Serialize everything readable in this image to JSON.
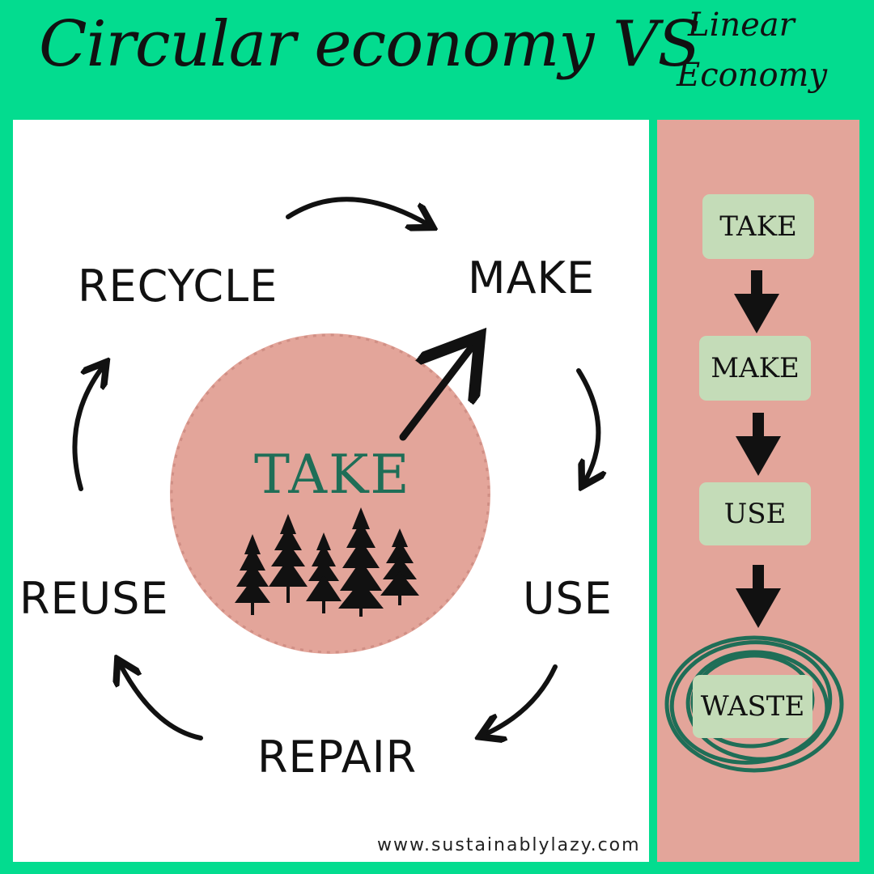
{
  "title": "Circular economy VS",
  "subtitle_line1": "Linear",
  "subtitle_line2": "Economy",
  "circular": {
    "center_label": "TAKE",
    "steps": [
      "MAKE",
      "USE",
      "REPAIR",
      "REUSE",
      "RECYCLE"
    ]
  },
  "linear": {
    "steps": [
      "TAKE",
      "MAKE",
      "USE",
      "WASTE"
    ]
  },
  "footer_url": "www.sustainablylazy.com",
  "colors": {
    "background": "#03dc8f",
    "pink": "#e3a59a",
    "box_green": "#c4dcb8",
    "dark_green": "#1f6e57"
  }
}
